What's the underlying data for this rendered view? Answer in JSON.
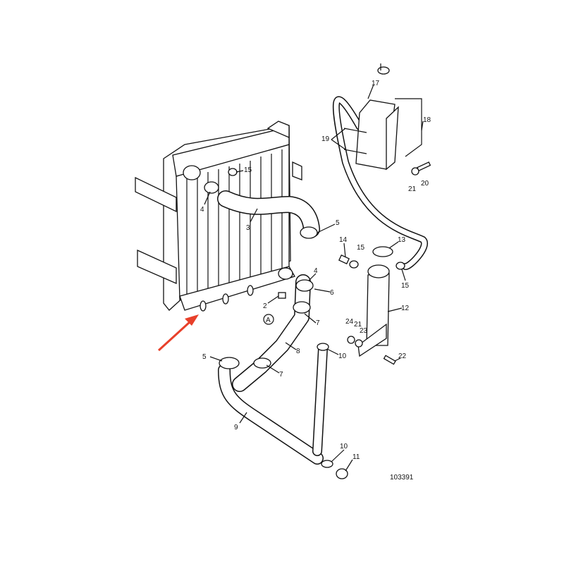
{
  "diagram": {
    "reference_number": "103391",
    "callouts": [
      "17",
      "18",
      "19",
      "15",
      "4",
      "3",
      "5",
      "14",
      "15",
      "13",
      "21",
      "20",
      "15",
      "12",
      "4",
      "6",
      "2",
      "A",
      "7",
      "24",
      "21",
      "23",
      "10",
      "22",
      "5",
      "8",
      "7",
      "9",
      "10",
      "11"
    ],
    "highlight_arrow_color": "#e8402a"
  }
}
